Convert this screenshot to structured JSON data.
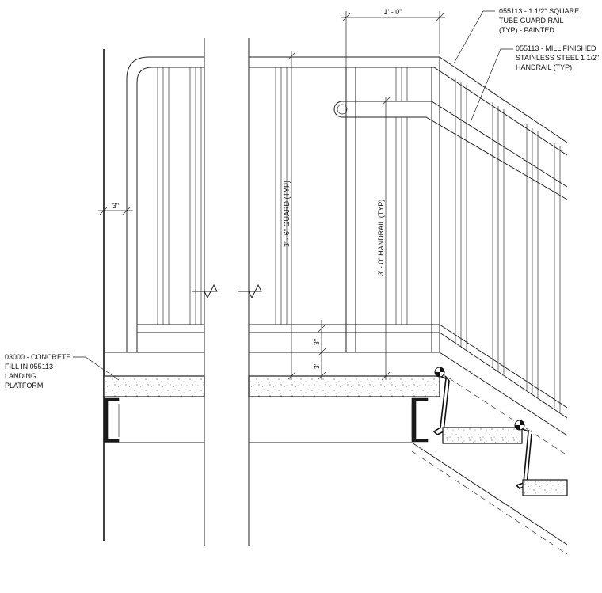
{
  "notes": {
    "guard_rail": [
      "055113 - 1 1/2\" SQUARE",
      "TUBE GUARD RAIL",
      "(TYP) - PAINTED"
    ],
    "handrail": [
      "055113 - MILL FINISHED",
      "STAINLESS STEEL 1 1/2\"",
      "HANDRAIL (TYP)"
    ],
    "concrete": [
      "03000 - CONCRETE",
      "FILL IN 055113 -",
      "LANDING",
      "PLATFORM"
    ]
  },
  "dimensions": {
    "top": "1' - 0\"",
    "wall_offset": "3\"",
    "guard_height": "3' - 6\" GUARD (TYP)",
    "handrail_height": "3' - 0\" HANDRAIL (TYP)",
    "rail_gap_upper": "3\"",
    "rail_gap_lower": "3\""
  }
}
